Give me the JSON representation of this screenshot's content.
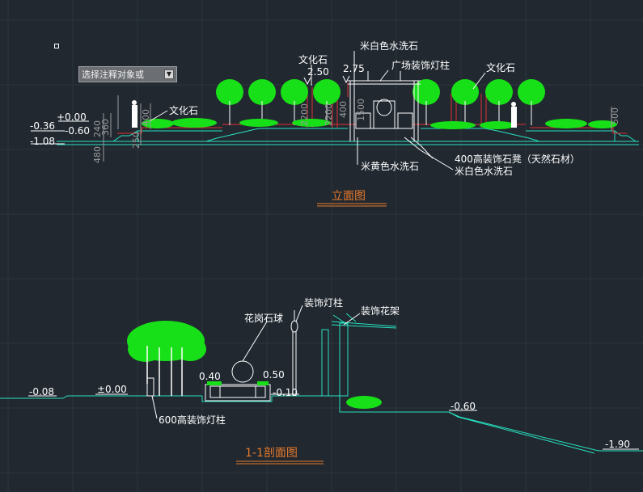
{
  "elevation": {
    "title": "立面图",
    "title_color": "#e87a2a",
    "labels": {
      "stone_left": "文化石",
      "stone_mid": "文化石",
      "stone_right": "文化石",
      "white_wash_top": "米白色水洗石",
      "plaza_lamp": "广场装饰灯柱",
      "yellow_wash": "米黄色水洗石",
      "stone_bench": "400高装饰石凳（天然石材）",
      "white_wash_bottom": "米白色水洗石"
    },
    "levels": {
      "plus_000": "+0.00",
      "minus_036": "-0.36",
      "minus_060": "-0.60",
      "minus_108": "-1.08",
      "h_250": "2.50",
      "h_275": "2.75"
    },
    "vertical_dims": {
      "d480": "480",
      "d240": "240",
      "d360": "360",
      "d250": "250",
      "d400a": "400",
      "d2200a": "2200",
      "d2200b": "2200",
      "d400b": "400",
      "d1500": "1500",
      "d500": "500"
    }
  },
  "section": {
    "title": "1-1剖面图",
    "title_color": "#e87a2a",
    "labels": {
      "granite_ball": "花岗石球",
      "lamp_post": "装饰灯柱",
      "pergola": "装饰花架",
      "low_lamp": "600高装饰灯柱"
    },
    "levels": {
      "minus_008": "-0.08",
      "plus_000": "±0.00",
      "h_040": "0.40",
      "h_050": "0.50",
      "minus_010": "-0.10",
      "minus_060": "-0.60",
      "minus_190": "-1.90"
    }
  },
  "ui": {
    "tooltip": "选择注释对象或",
    "tooltip_icon": "dropdown-arrow-icon"
  },
  "colors": {
    "background": "#212830",
    "line": "#28e2c0",
    "green": "#18e018",
    "red": "#e03030",
    "white": "#ffffff",
    "orange": "#e87a2a"
  }
}
